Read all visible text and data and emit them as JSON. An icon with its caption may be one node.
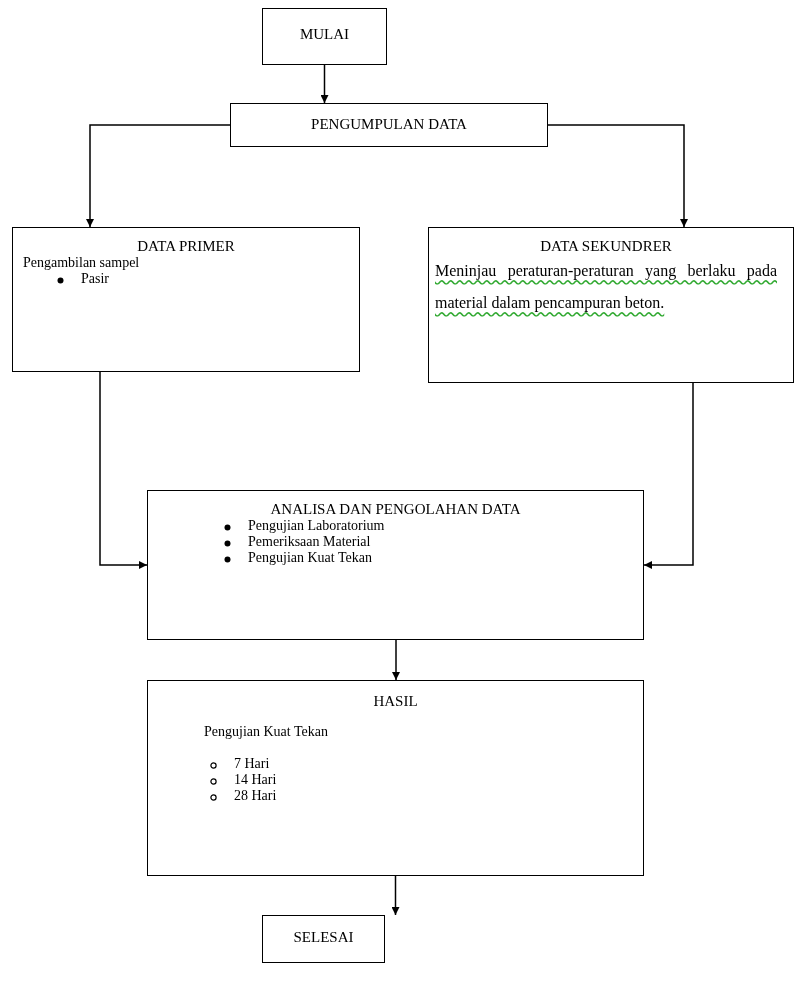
{
  "diagram": {
    "nodes": [
      {
        "text": [
          "MULAI"
        ]
      },
      {
        "text": [
          "PENGUMPULAN DATA"
        ]
      },
      {
        "text": [
          "DATA PRIMER",
          "Pengambilan sampel",
          "Pasir"
        ]
      },
      {
        "text": [
          "DATA SEKUNDRER",
          "Meninjau peraturan-peraturan yang berlaku pada material dalam pencampuran beton."
        ]
      },
      {
        "text": [
          "ANALISA DAN PENGOLAHAN DATA",
          "Pengujian Laboratorium",
          "Pemeriksaan Material",
          "Pengujian Kuat Tekan"
        ]
      },
      {
        "text": [
          "HASIL",
          "Pengujian Kuat Tekan",
          "7 Hari",
          "14 Hari",
          "28 Hari"
        ]
      },
      {
        "text": [
          "SELESAI"
        ]
      }
    ],
    "edges": [
      {
        "from": 0,
        "to": 1,
        "arrow": "to"
      },
      {
        "from": 1,
        "to": 2,
        "arrow": "to"
      },
      {
        "from": 1,
        "to": 3,
        "arrow": "to"
      },
      {
        "from": 2,
        "to": 4,
        "arrow": "to"
      },
      {
        "from": 3,
        "to": 4,
        "arrow": "to"
      },
      {
        "from": 4,
        "to": 5,
        "arrow": "to"
      },
      {
        "from": 5,
        "to": 6,
        "arrow": "to"
      }
    ]
  }
}
